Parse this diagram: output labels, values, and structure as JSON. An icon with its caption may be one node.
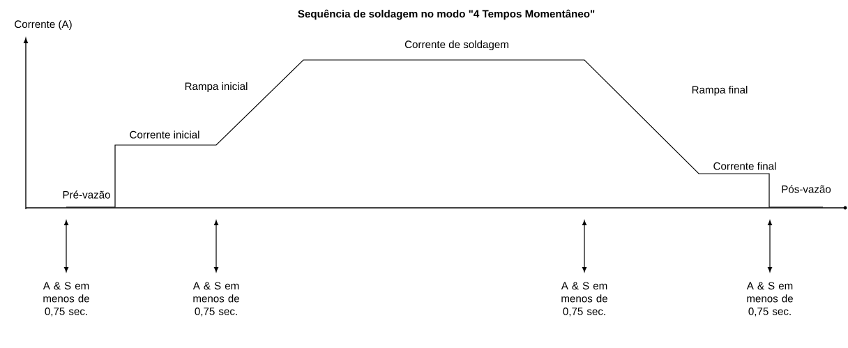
{
  "diagram": {
    "title": "Sequência de soldagem no modo \"4 Tempos Momentâneo\"",
    "labels": [
      "Corrente (A)",
      "Corrente de soldagem",
      "Rampa inicial",
      "Rampa final",
      "Corrente inicial",
      "Corrente final",
      "Pós-vazão",
      "Pré-vazão",
      "A & S em menos de 0,75 sec.",
      "A & S em menos de 0,75 sec.",
      "A & S em menos de 0,75 sec.",
      "A & S em menos de 0,75 sec."
    ]
  }
}
